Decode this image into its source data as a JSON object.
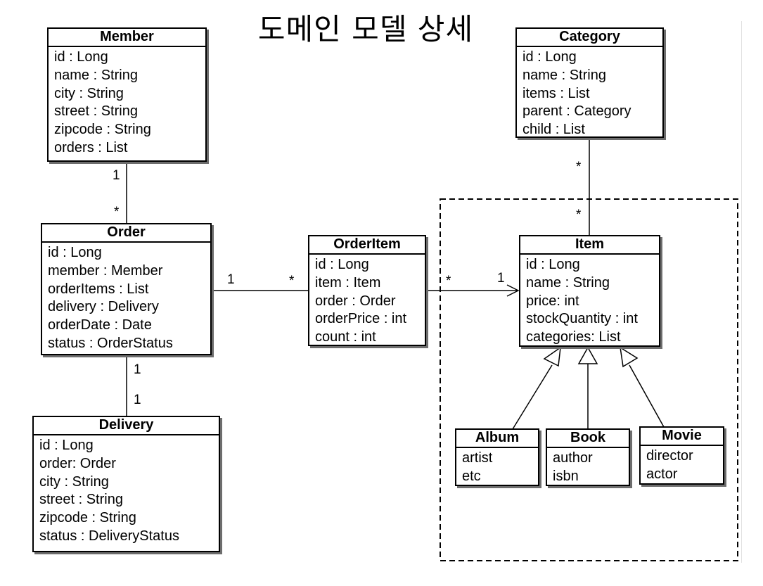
{
  "title": "도메인 모델 상세",
  "classes": {
    "member": {
      "name": "Member",
      "attrs": [
        "id : Long",
        "name : String",
        "city : String",
        "street : String",
        "zipcode : String",
        "orders : List"
      ]
    },
    "order": {
      "name": "Order",
      "attrs": [
        "id : Long",
        "member : Member",
        "orderItems : List",
        "delivery : Delivery",
        "orderDate : Date",
        "status : OrderStatus"
      ]
    },
    "delivery": {
      "name": "Delivery",
      "attrs": [
        "id : Long",
        "order: Order",
        "city : String",
        "street : String",
        "zipcode : String",
        "status : DeliveryStatus"
      ]
    },
    "orderitem": {
      "name": "OrderItem",
      "attrs": [
        "id : Long",
        "item : Item",
        "order : Order",
        "orderPrice : int",
        "count : int"
      ]
    },
    "category": {
      "name": "Category",
      "attrs": [
        "id : Long",
        "name : String",
        "items : List",
        "parent : Category",
        "child : List"
      ]
    },
    "item": {
      "name": "Item",
      "attrs": [
        "id : Long",
        "name : String",
        "price: int",
        "stockQuantity : int",
        "categories: List"
      ]
    },
    "album": {
      "name": "Album",
      "attrs": [
        "artist",
        "etc"
      ]
    },
    "book": {
      "name": "Book",
      "attrs": [
        "author",
        "isbn"
      ]
    },
    "movie": {
      "name": "Movie",
      "attrs": [
        "director",
        "actor"
      ]
    }
  },
  "multiplicities": {
    "member_order_member": "1",
    "member_order_order": "*",
    "order_orderitem_order": "1",
    "order_orderitem_orderitem": "*",
    "orderitem_item_orderitem": "*",
    "orderitem_item_item": "1",
    "order_delivery_order": "1",
    "order_delivery_delivery": "1",
    "category_item_category": "*",
    "category_item_item": "*"
  }
}
